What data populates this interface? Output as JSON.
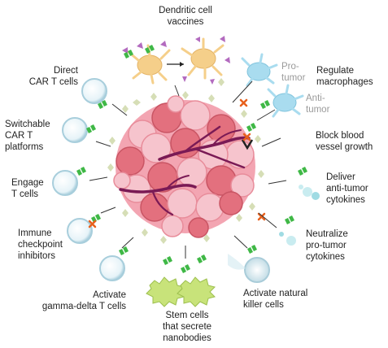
{
  "labels": {
    "dendritic_vaccines": [
      "Dendritic cell",
      "vaccines"
    ],
    "regulate_macrophages": [
      "Regulate",
      "macrophages"
    ],
    "pro_tumor": [
      "Pro-",
      "tumor"
    ],
    "anti_tumor": [
      "Anti-",
      "tumor"
    ],
    "direct_car_t": [
      "Direct",
      "CAR T cells"
    ],
    "switchable_car_t": [
      "Switchable",
      "CAR T",
      "platforms"
    ],
    "engage_t_cells": [
      "Engage",
      "T cells"
    ],
    "immune_checkpoint": [
      "Immune",
      "checkpoint",
      "inhibitors"
    ],
    "gamma_delta": [
      "Activate",
      "gamma-delta T cells"
    ],
    "stem_cells": [
      "Stem cells",
      "that secrete",
      "nanobodies"
    ],
    "natural_killer": [
      "Activate natural",
      "killer cells"
    ],
    "neutralize": [
      "Neutralize",
      "pro-tumor",
      "cytokines"
    ],
    "deliver": [
      "Deliver",
      "anti-tumor",
      "cytokines"
    ],
    "block_vessel": [
      "Block blood",
      "vessel growth"
    ]
  },
  "colors": {
    "tumor_light": "#f7c6cf",
    "tumor_dark": "#e0606e",
    "vessel": "#7a1a55",
    "nanobody": "#3fb846",
    "t_cell": "#cfe6ef",
    "macrophage": "#a9dcef",
    "dendritic": "#f5cf8a",
    "inhibit_x": "#e8601c",
    "antigen": "#d6deb6"
  }
}
